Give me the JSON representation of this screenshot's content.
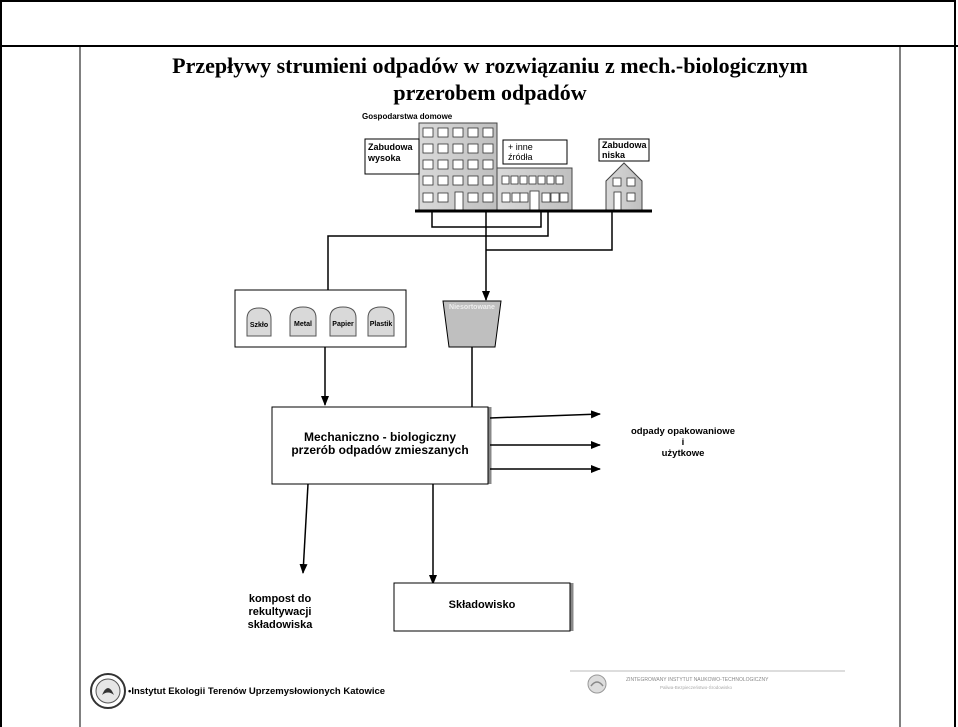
{
  "title": {
    "line1": "Przepływy strumieni odpadów w rozwiązaniu z mech.-biologicznym",
    "line2": "przerobem odpadów"
  },
  "households": {
    "label": "Gospodarstwa domowe",
    "high_building": [
      "Zabudowa",
      "wysoka"
    ],
    "other_sources": [
      "+ inne",
      "źródła"
    ],
    "low_building": [
      "Zabudowa",
      "niska"
    ]
  },
  "containers": {
    "items": [
      "Szkło",
      "Metal",
      "Papier",
      "Plastik"
    ],
    "unsorted": "Niesortowane"
  },
  "processing": {
    "line1": "Mechaniczno - biologiczny",
    "line2": "przerób odpadów zmieszanych"
  },
  "outputs": {
    "packaging": [
      "odpady opakowaniowe",
      "i",
      "użytkowe"
    ],
    "compost": [
      "kompost do",
      "rekultywacji",
      "składowiska"
    ],
    "landfill": "Składowisko"
  },
  "footer": {
    "institute": "•Instytut Ekologii Terenów Uprzemysłowionych Katowice",
    "partner_line1": "ZINTEGROWANY INSTYTUT NAUKOWO-TECHNOLOGICZNY",
    "partner_line2": "Paliwa-Bezpieczeństwo-Środowisko"
  }
}
